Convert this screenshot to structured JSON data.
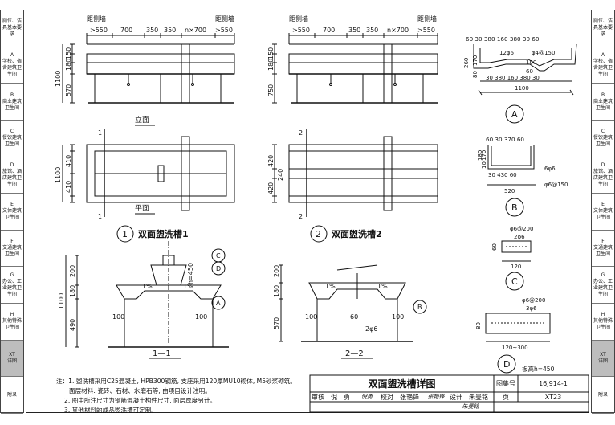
{
  "left_sidebar": [
    {
      "letter": "",
      "label": "厕位、洁具基本要求"
    },
    {
      "letter": "A",
      "label": "学校、宿舍建筑卫生间"
    },
    {
      "letter": "B",
      "label": "商业建筑卫生间"
    },
    {
      "letter": "C",
      "label": "餐饮建筑卫生间"
    },
    {
      "letter": "D",
      "label": "旅馆、酒店建筑卫生间"
    },
    {
      "letter": "E",
      "label": "文体建筑卫生间"
    },
    {
      "letter": "F",
      "label": "交通建筑卫生间"
    },
    {
      "letter": "G",
      "label": "办公、工业建筑卫生间"
    },
    {
      "letter": "H",
      "label": "其他特殊卫生间"
    },
    {
      "letter": "XT",
      "label": "详图"
    },
    {
      "letter": "",
      "label": "附录"
    }
  ],
  "right_sidebar": [
    {
      "letter": "",
      "label": "厕位、洁具基本要求"
    },
    {
      "letter": "A",
      "label": "学校、宿舍建筑卫生间"
    },
    {
      "letter": "B",
      "label": "商业建筑卫生间"
    },
    {
      "letter": "C",
      "label": "餐饮建筑卫生间"
    },
    {
      "letter": "D",
      "label": "旅馆、酒店建筑卫生间"
    },
    {
      "letter": "E",
      "label": "文体建筑卫生间"
    },
    {
      "letter": "F",
      "label": "交通建筑卫生间"
    },
    {
      "letter": "G",
      "label": "办公、工业建筑卫生间"
    },
    {
      "letter": "H",
      "label": "其他特殊卫生间"
    },
    {
      "letter": "XT",
      "label": "详图"
    },
    {
      "letter": "",
      "label": "附录"
    }
  ],
  "labels": {
    "elev_title": "立面",
    "plan_title": "平面",
    "trough1_num": "1",
    "trough1_title": "双面盥洗槽1",
    "trough2_num": "2",
    "trough2_title": "双面盥洗槽2",
    "sec11": "1—1",
    "sec22": "2—2",
    "dist_wall": "距侧墙",
    "d550": ">550",
    "d700": "700",
    "d350": "350",
    "dn700": "n×700",
    "d1100": "1100",
    "d570": "570",
    "d180": "180",
    "d150": "150",
    "d750": "750",
    "d410": "410",
    "d60": "60",
    "d420": "420",
    "d240": "240",
    "d200": "200",
    "d490": "490",
    "d100": "100",
    "pct1": "1%",
    "h450": "h=450",
    "cut1": "1",
    "cut2": "2",
    "A": "A",
    "B": "B",
    "C": "C",
    "D": "D",
    "a_top": "60 30  380   160  380  30 60",
    "a_rebar1": "12φ6",
    "a_rebar2": "φ4@150",
    "a_260": "260",
    "a_80": "80",
    "a_170": "170",
    "a_bot": "30   380  160  380   30",
    "a_100": "100",
    "a_60": "60",
    "b_top": "60 30  370  60",
    "b_180": "180",
    "b_10": "10",
    "b_170": "170",
    "b_mid": "30    430   60",
    "b_520": "520",
    "b_r1": "6φ6",
    "b_r2": "φ6@150",
    "c_r1": "φ6@200",
    "c_r2": "2φ6",
    "c_60": "60",
    "c_120": "120",
    "d_r1": "φ6@200",
    "d_r2": "3φ6",
    "d_80": "80",
    "d_span": "120~300",
    "d_note": "板高h=450",
    "d_h450": "h=450"
  },
  "notes": [
    "注：1. 盥洗槽采用C25混凝土, HPB300钢筋, 支座采用120厚MU10砌体, M5砂浆砌筑。",
    "面层材料: 瓷砖、石材、水磨石等, 由项目设计注明。",
    "2. 图中所注尺寸为钢筋混凝土构件尺寸, 面层厚度另计。",
    "3. 其他材料的成品盥洗槽可定制。"
  ],
  "title_block": {
    "title": "双面盥洗槽详图",
    "atlas_label": "图集号",
    "atlas_no": "16J914-1",
    "review_label": "审核",
    "reviewer": "倪　勇",
    "review_sig": "倪勇",
    "check_label": "校对",
    "checker": "张艳锋",
    "check_sig": "张艳锋",
    "design_label": "设计",
    "designer": "朱曼铭",
    "design_sig": "朱曼铭",
    "page_label": "页",
    "page_no": "XT23"
  }
}
